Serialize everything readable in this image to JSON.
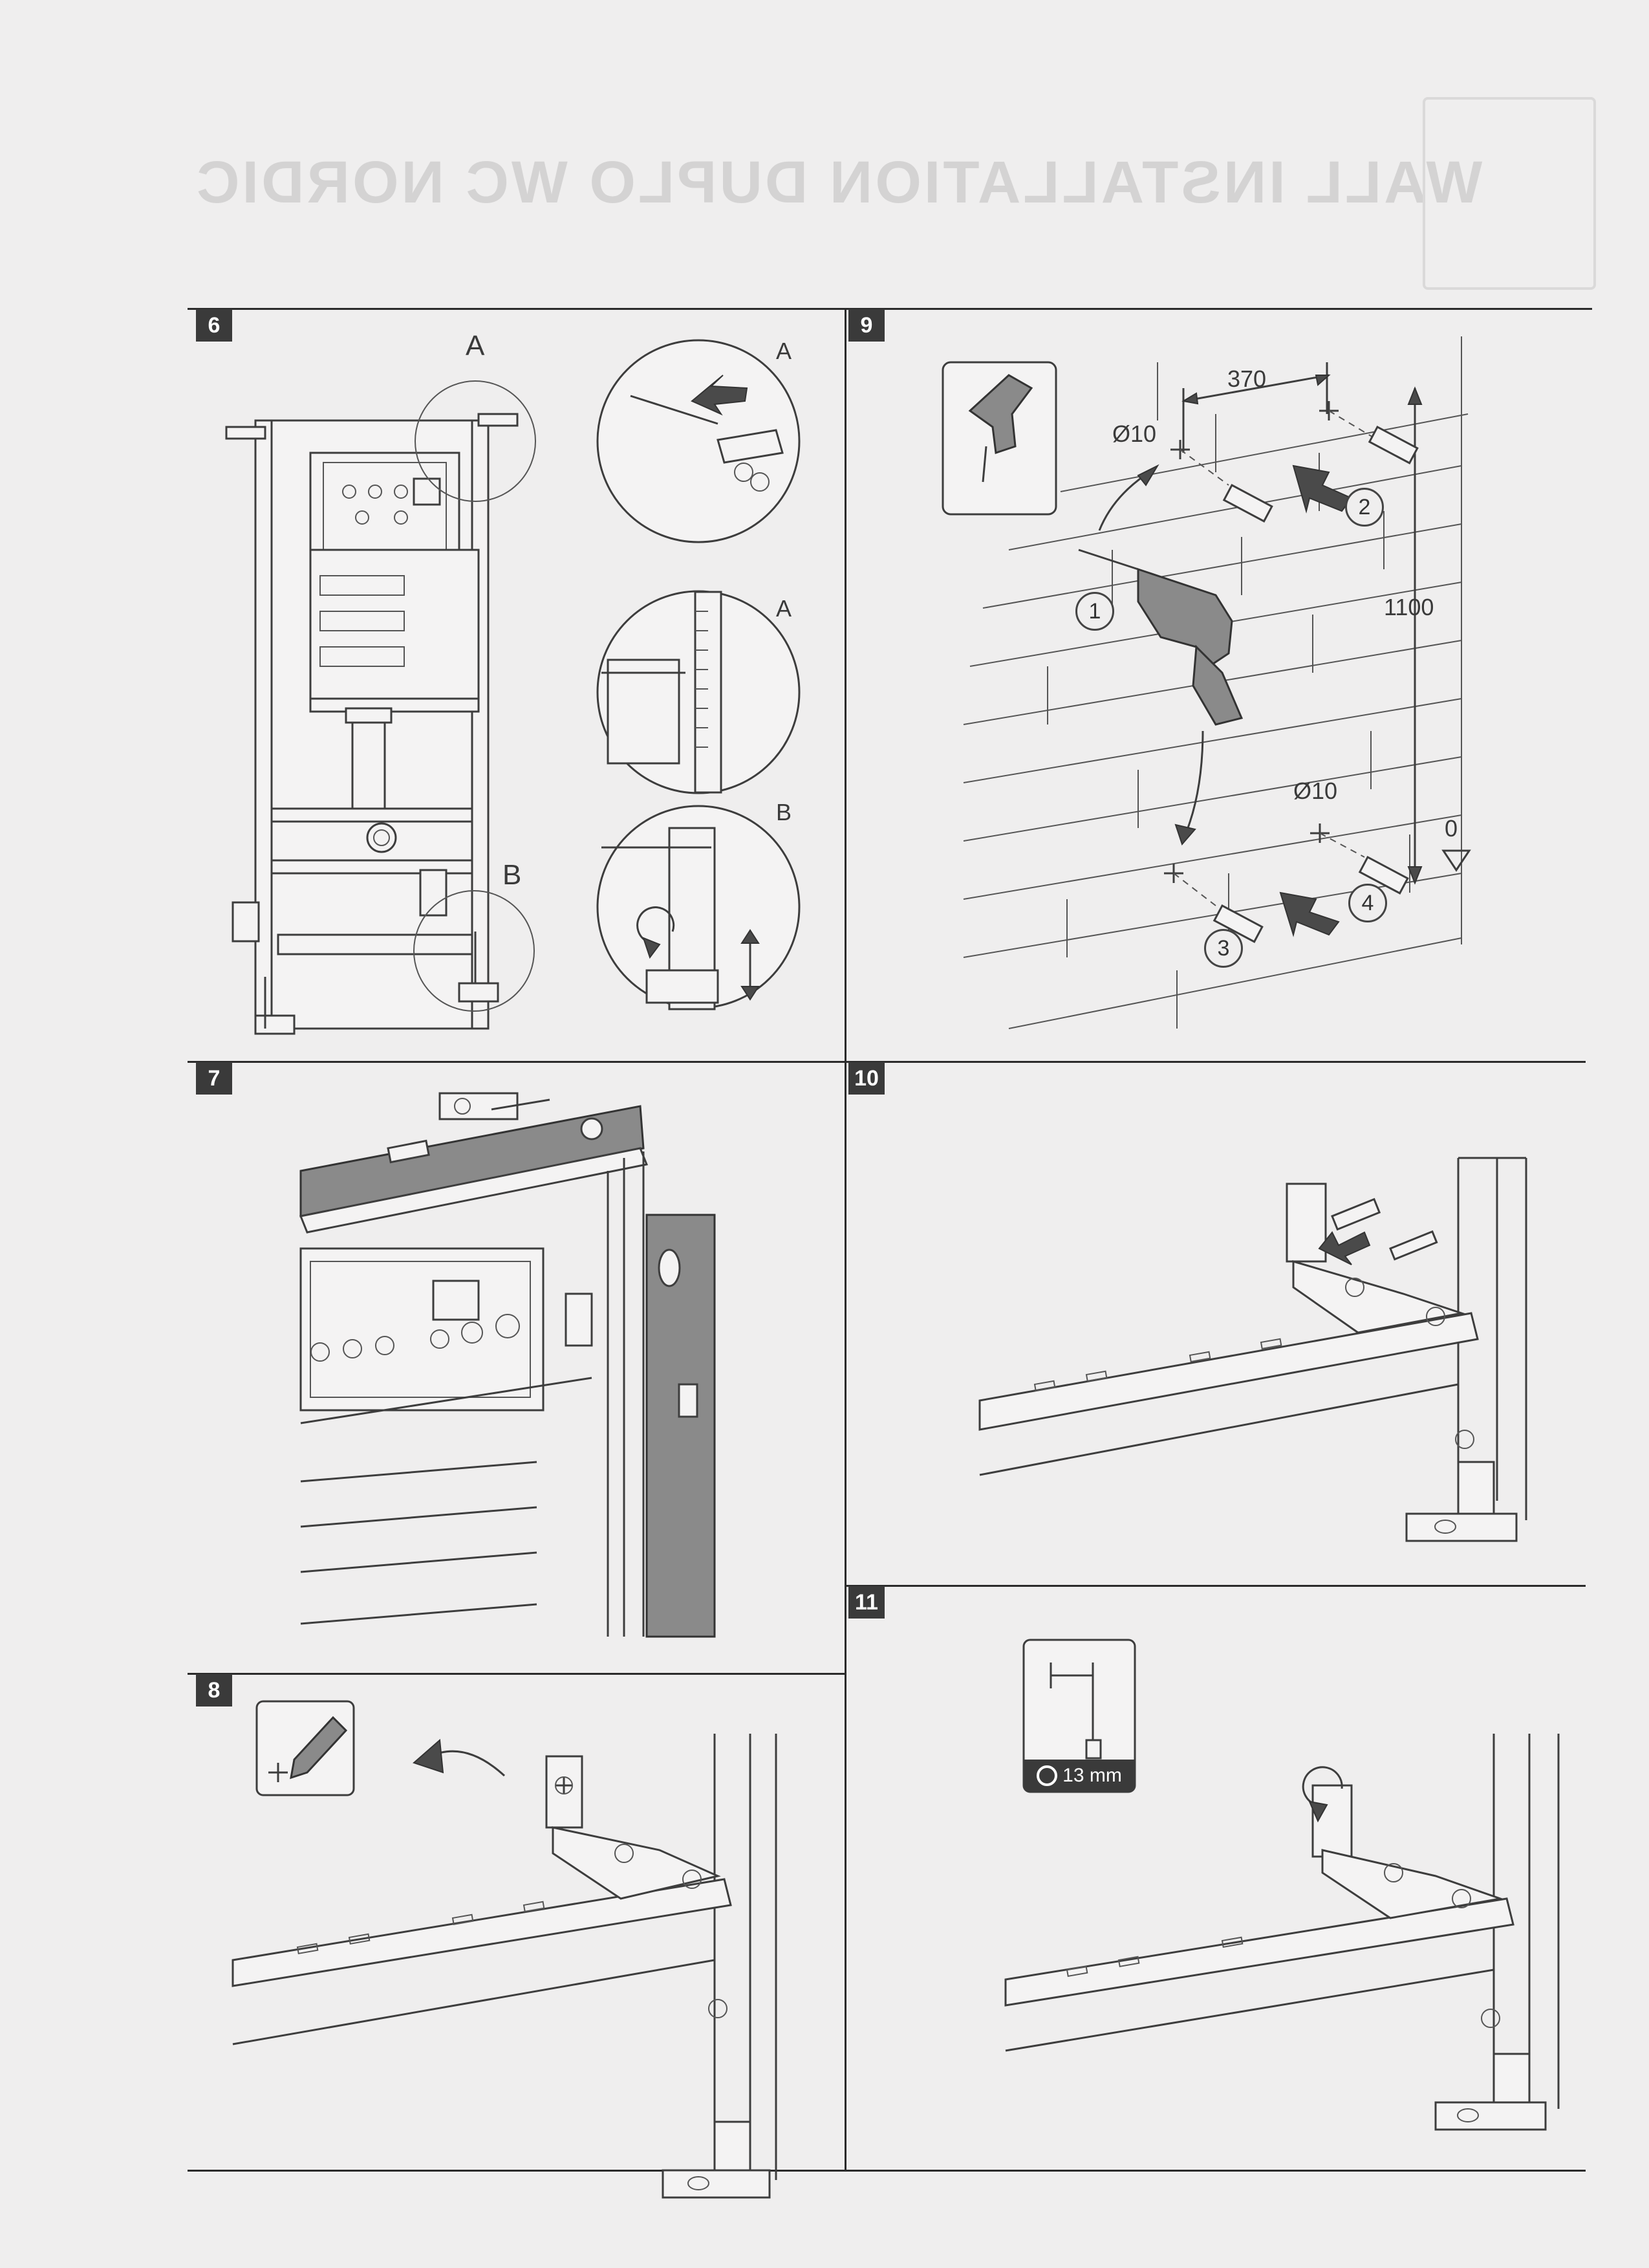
{
  "header": {
    "ghost_title": "WALL INSTALLATION DUPLO WC NORDIC"
  },
  "steps": [
    {
      "number": "6",
      "detail_labels": [
        "A",
        "B"
      ],
      "inset_labels": [
        "A",
        "A",
        "B"
      ]
    },
    {
      "number": "7"
    },
    {
      "number": "8"
    },
    {
      "number": "9",
      "dim_spacing": "370",
      "dim_height": "1100",
      "dim_zero": "0",
      "hole_top": "Ø10",
      "hole_bottom": "Ø10",
      "callouts": [
        "1",
        "2",
        "3",
        "4"
      ]
    },
    {
      "number": "10"
    },
    {
      "number": "11",
      "wrench_size": "13 mm"
    }
  ],
  "icons": {
    "drill_bit": "drill-bit-icon",
    "pencil_mark": "pencil-mark-icon",
    "socket_wrench": "socket-wrench-icon",
    "rotate": "rotate-icon"
  }
}
